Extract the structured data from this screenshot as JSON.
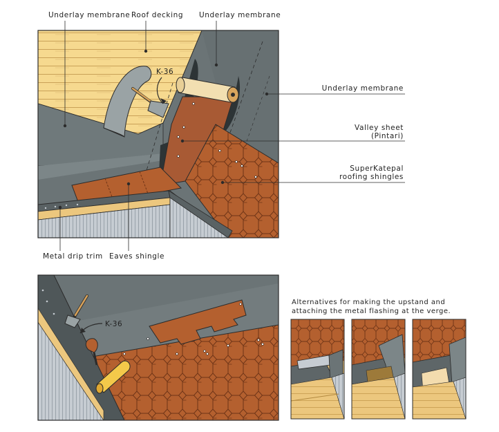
{
  "labels": {
    "underlay_1": "Underlay membrane",
    "roof_decking": "Roof decking",
    "underlay_2": "Underlay membrane",
    "k36_top": "K-36",
    "underlay_3": "Underlay membrane",
    "valley_sheet": "Valley sheet",
    "valley_sheet_sub": "(Pintari)",
    "superkatepal": "SuperKatepal",
    "roofing_shingles": "roofing shingles",
    "metal_drip_trim": "Metal drip trim",
    "eaves_shingle": "Eaves shingle",
    "k36_bottom": "K-36",
    "alternatives_1": "Alternatives for making the upstand and",
    "alternatives_2": "attaching the metal flashing at the verge."
  },
  "colors": {
    "membrane": "#6b7476",
    "decking": "#f6d98f",
    "shingle": "#b4602f",
    "shingle_line": "#6e3417",
    "valley": "#a85a34",
    "fascia": "#c6ccd2",
    "timber": "#ecc77e",
    "outline": "#2b2b2b"
  }
}
